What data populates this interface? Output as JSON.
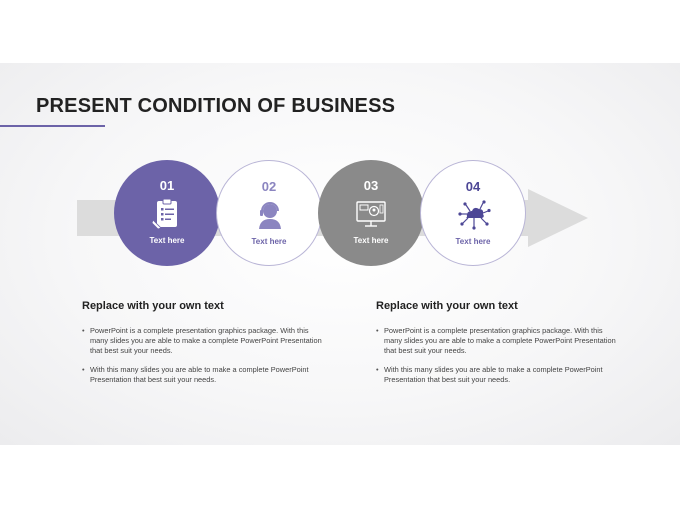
{
  "slide": {
    "title": "PRESENT CONDITION OF BUSINESS"
  },
  "steps": [
    {
      "number": "01",
      "caption": "Text here",
      "icon": "clipboard-pencil-icon"
    },
    {
      "number": "02",
      "caption": "Text here",
      "icon": "headset-user-icon"
    },
    {
      "number": "03",
      "caption": "Text here",
      "icon": "monitor-profile-icon"
    },
    {
      "number": "04",
      "caption": "Text here",
      "icon": "cloud-network-icon"
    }
  ],
  "columns": [
    {
      "heading": "Replace with your own text",
      "bullets": [
        "PowerPoint is a complete presentation graphics package. With this many slides you are able to make a complete PowerPoint Presentation that best suit your needs.",
        "With this many slides you are able to make a complete PowerPoint Presentation that best suit your needs."
      ]
    },
    {
      "heading": "Replace with your own text",
      "bullets": [
        "PowerPoint is a complete presentation graphics package. With this many slides you are able to make a complete PowerPoint Presentation that best suit your needs.",
        "With this many slides you are able to make a complete PowerPoint Presentation that best suit your needs."
      ]
    }
  ],
  "colors": {
    "accent": "#6c63a8",
    "gray": "#8a8a8a",
    "arrow": "#dcdcdc"
  }
}
